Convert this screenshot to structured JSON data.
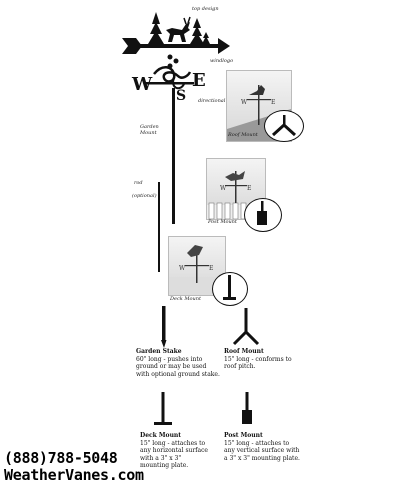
{
  "vane_labels": {
    "top_design": "top design",
    "windlogo": "windlogo",
    "directional": "directional",
    "garden_mount": "Garden Mount",
    "rod": "rod",
    "optional": "(optional)"
  },
  "photos": {
    "roof": "Roof Mount",
    "post": "Post Mount",
    "deck": "Deck Mount"
  },
  "captions": {
    "garden_stake_title": "Garden Stake",
    "garden_stake_body": "60\" long - pushes into ground or may be used with optional ground stake.",
    "roof_mount_title": "Roof Mount",
    "roof_mount_body": "15\" long - conforms to roof pitch.",
    "deck_mount_title": "Deck Mount",
    "deck_mount_body": "15\" long - attaches to any horizontal surface with a 3\" x 3\" mounting plate.",
    "post_mount_title": "Post Mount",
    "post_mount_body": "15\" long - attaches to any vertical surface with a 3\" x 3\" mounting plate."
  },
  "contact": {
    "phone": "(888)788-5048",
    "site": "WeatherVanes.com"
  },
  "compass": {
    "w": "W",
    "s": "S",
    "e": "E"
  }
}
